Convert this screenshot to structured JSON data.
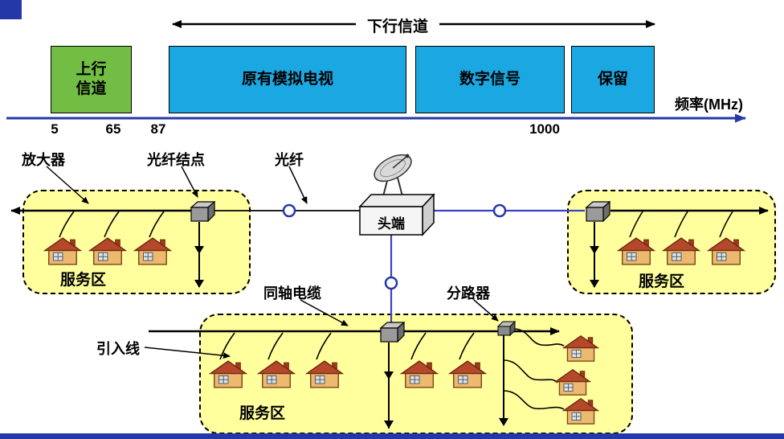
{
  "slide": {
    "accent_color": "#2538A8",
    "background": "#FFFFFF"
  },
  "spectrum": {
    "downstream_label": "下行信道",
    "axis_label": "频率(MHz)",
    "ticks": [
      "5",
      "65",
      "87",
      "1000"
    ],
    "bands": [
      {
        "name": "upstream",
        "label": "上行\n信道",
        "color": "#72BE44"
      },
      {
        "name": "analog-tv",
        "label": "原有模拟电视",
        "color": "#1BA7E1"
      },
      {
        "name": "digital",
        "label": "数字信号",
        "color": "#1BA7E1"
      },
      {
        "name": "reserved",
        "label": "保留",
        "color": "#1BA7E1"
      }
    ]
  },
  "network": {
    "amplifier_label": "放大器",
    "fiber_node_label": "光纤结点",
    "fiber_label": "光纤",
    "headend_label": "头端",
    "coax_label": "同轴电缆",
    "splitter_label": "分路器",
    "drop_line_label": "引入线",
    "service_areas": [
      {
        "label": "服务区"
      },
      {
        "label": "服务区"
      },
      {
        "label": "服务区"
      }
    ]
  }
}
